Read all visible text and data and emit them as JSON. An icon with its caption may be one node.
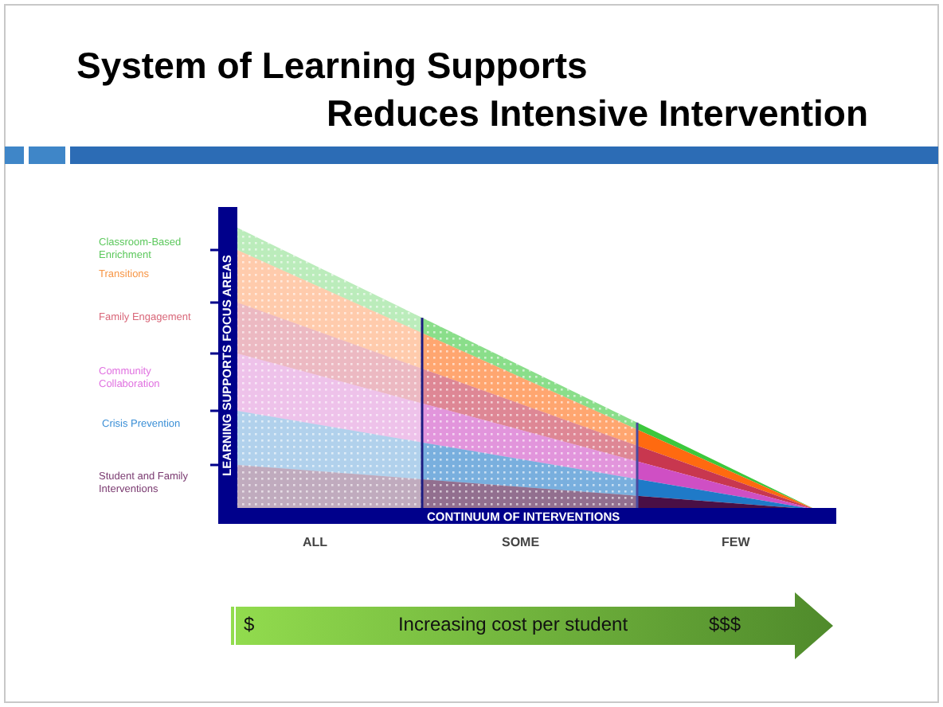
{
  "diagram": {
    "title": "System of Learning Supports Reduces Intensive Intervention",
    "nodes": [
      {
        "text": [
          "$",
          "Increasing cost per student",
          "$$$"
        ]
      }
    ],
    "labels": [
      "Classroom-Based Enrichment",
      "Transitions",
      "Family Engagement",
      "Community Collaboration",
      "Crisis Prevention",
      "Student and Family Interventions",
      "LEARNING SUPPORTS FOCUS AREAS",
      "CONTINUUM OF INTERVENTIONS",
      "ALL",
      "SOME",
      "FEW"
    ]
  }
}
